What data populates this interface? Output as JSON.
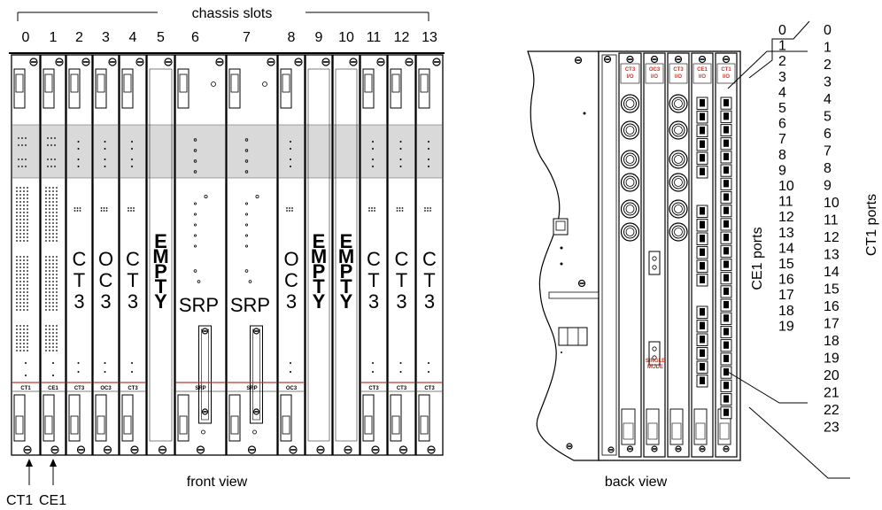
{
  "front": {
    "header": "chassis slots",
    "slot_numbers": [
      "0",
      "1",
      "2",
      "3",
      "4",
      "5",
      "6",
      "7",
      "8",
      "9",
      "10",
      "11",
      "12",
      "13"
    ],
    "slots": [
      {
        "type": "CT1",
        "label": "",
        "bottom": "CT1",
        "kind": "dense"
      },
      {
        "type": "CE1",
        "label": "",
        "bottom": "CE1",
        "kind": "dense"
      },
      {
        "type": "CT3",
        "label": "C\nT\n3",
        "bottom": "CT3",
        "kind": "std"
      },
      {
        "type": "OC3",
        "label": "O\nC\n3",
        "bottom": "OC3",
        "kind": "std"
      },
      {
        "type": "CT3",
        "label": "C\nT\n3",
        "bottom": "CT3",
        "kind": "std"
      },
      {
        "type": "EMPTY",
        "label": "E\nM\nP\nT\nY",
        "bottom": "",
        "kind": "empty"
      },
      {
        "type": "SRP",
        "label": "SRP",
        "bottom": "SRP",
        "kind": "srp"
      },
      {
        "type": "SRP",
        "label": "SRP",
        "bottom": "SRP",
        "kind": "srp"
      },
      {
        "type": "OC3",
        "label": "O\nC\n3",
        "bottom": "OC3",
        "kind": "std"
      },
      {
        "type": "EMPTY",
        "label": "E\nM\nP\nT\nY",
        "bottom": "",
        "kind": "empty"
      },
      {
        "type": "EMPTY",
        "label": "E\nM\nP\nT\nY",
        "bottom": "",
        "kind": "empty"
      },
      {
        "type": "CT3",
        "label": "C\nT\n3",
        "bottom": "CT3",
        "kind": "std"
      },
      {
        "type": "CT3",
        "label": "C\nT\n3",
        "bottom": "CT3",
        "kind": "std"
      },
      {
        "type": "CT3",
        "label": "C\nT\n3",
        "bottom": "CT3",
        "kind": "std"
      }
    ],
    "pointers": [
      "CT1",
      "CE1"
    ],
    "caption": "front view"
  },
  "back": {
    "caption": "back view",
    "io_cards": [
      {
        "l1": "CT3",
        "l2": "I/O"
      },
      {
        "l1": "OC3",
        "l2": "I/O"
      },
      {
        "l1": "CT3",
        "l2": "I/O"
      },
      {
        "l1": "CE1",
        "l2": "I/O"
      },
      {
        "l1": "CT1",
        "l2": "I/O"
      }
    ],
    "single_mode": [
      "SINGLE",
      "MODE"
    ],
    "ce1_ports_label": "CE1 ports",
    "ct1_ports_label": "CT1 ports",
    "ce1_ports": [
      "0",
      "1",
      "2",
      "3",
      "4",
      "5",
      "6",
      "7",
      "8",
      "9",
      "10",
      "11",
      "12",
      "13",
      "14",
      "15",
      "16",
      "17",
      "18",
      "19"
    ],
    "ct1_ports": [
      "0",
      "1",
      "2",
      "3",
      "4",
      "5",
      "6",
      "7",
      "8",
      "9",
      "10",
      "11",
      "12",
      "13",
      "14",
      "15",
      "16",
      "17",
      "18",
      "19",
      "20",
      "21",
      "22",
      "23"
    ]
  }
}
